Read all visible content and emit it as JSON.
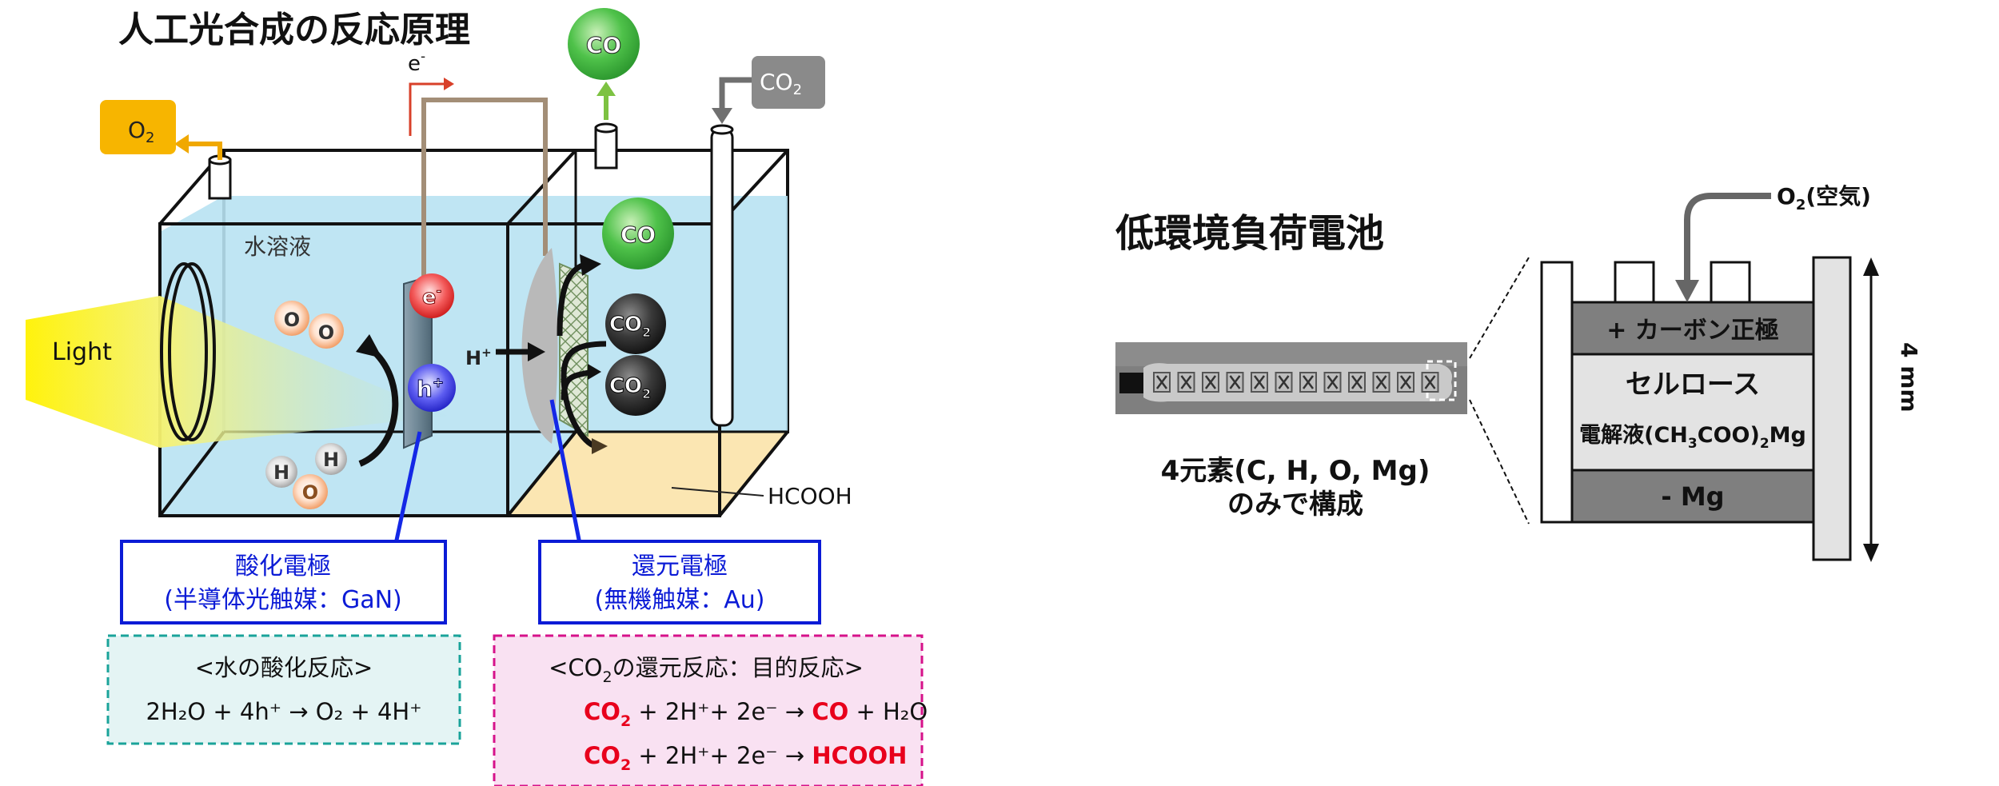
{
  "left": {
    "title": "人工光合成の反応原理",
    "light": "Light",
    "solution": "水溶液",
    "o2": "O",
    "o2_sub": "2",
    "co": "CO",
    "co2": "CO",
    "co2_sub": "2",
    "electron": "e",
    "electron_sup": "-",
    "hole": "h",
    "hole_sup": "+",
    "proton": "H",
    "proton_sup": "+",
    "h_atom": "H",
    "o_atom": "O",
    "hcooh": "HCOOH",
    "anode_title": "酸化電極",
    "anode_sub": "(半導体光触媒：GaN)",
    "cathode_title": "還元電極",
    "cathode_sub": "(無機触媒：Au)",
    "water_title": "<水の酸化反応>",
    "water_eq": "2H₂O + 4h⁺ → O₂ + 4H⁺",
    "co2_title_a": "<CO",
    "co2_title_sub": "2",
    "co2_title_b": "の還元反応：目的反応>",
    "eq1_b": " + 2H⁺+ 2e⁻ → ",
    "eq1_c": "CO",
    "eq1_d": " + H₂O",
    "eq2_b": " + 2H⁺+ 2e⁻ → ",
    "eq2_c": "HCOOH"
  },
  "right": {
    "title": "低環境負荷電池",
    "elements_1": "4元素(C, H, O, Mg)",
    "elements_2": "のみで構成",
    "air_a": "O",
    "air_sub": "2",
    "air_b": "(空気)",
    "cathode": "+ カーボン正極",
    "cellulose": "セルロース",
    "electrolyte_a": "電解液(CH",
    "electrolyte_s1": "3",
    "electrolyte_b": "COO)",
    "electrolyte_s2": "2",
    "electrolyte_c": "Mg",
    "anode": "- Mg",
    "thickness": "4 mm"
  },
  "colors": {
    "accent_red": "#e8001c",
    "box_blue": "#0b1bd6",
    "teal_dash": "#1aa39a",
    "magenta_dash": "#d6128a"
  }
}
